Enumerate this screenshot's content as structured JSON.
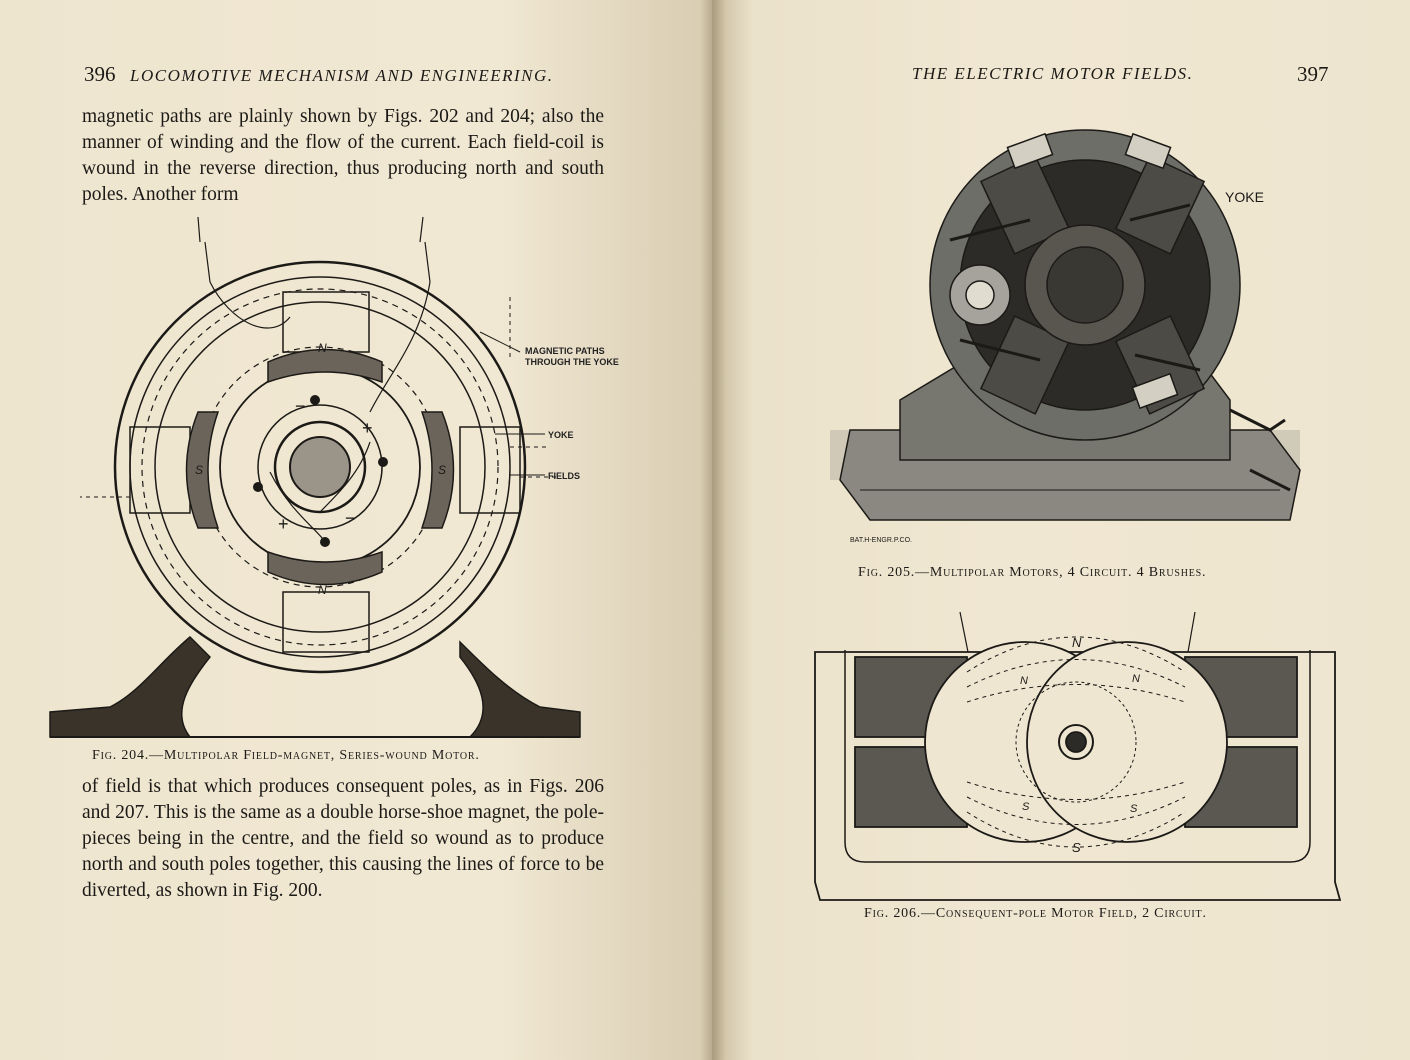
{
  "left_page": {
    "page_number": "396",
    "running_head": "LOCOMOTIVE MECHANISM AND ENGINEERING.",
    "paragraph_top": "magnetic paths are plainly shown by Figs. 202 and 204; also the manner of winding and the flow of the current. Each field-coil is wound in the reverse direction, thus producing north and south poles. Another form",
    "figure": {
      "labels": {
        "magnetic_paths": "MAGNETIC PATHS",
        "through_yoke": "THROUGH THE YOKE",
        "yoke": "YOKE",
        "fields": "FIELDS",
        "north_top": "N",
        "north_bottom": "N",
        "south_left": "S",
        "south_right": "S",
        "plus_top": "+",
        "minus_top": "−",
        "plus_bottom": "+",
        "minus_bottom": "−"
      },
      "caption": "Fig. 204.—Multipolar Field-magnet, Series-wound Motor."
    },
    "paragraph_bottom": "of field is that which produces consequent poles, as in Figs. 206 and 207. This is the same as a double horse-shoe magnet, the pole-pieces being in the centre, and the field so wound as to produce north and south poles together, this causing the lines of force to be diverted, as shown in Fig. 200."
  },
  "right_page": {
    "page_number": "397",
    "running_head": "THE ELECTRIC MOTOR FIELDS.",
    "figure_205": {
      "label_yoke": "YOKE",
      "engraver_mark": "BAT.H-ENGR.P.CO.",
      "caption": "Fig. 205.—Multipolar Motors, 4 Circuit. 4 Brushes."
    },
    "figure_206": {
      "labels": {
        "n_top": "N",
        "n_left": "N",
        "n_right": "N",
        "s_left": "S",
        "s_right": "S",
        "s_bottom": "S"
      },
      "caption": "Fig. 206.—Consequent-pole Motor Field, 2 Circuit."
    }
  },
  "colors": {
    "paper": "#efe6d1",
    "ink": "#1c1a17",
    "machine_gray": "#7d7d78"
  }
}
